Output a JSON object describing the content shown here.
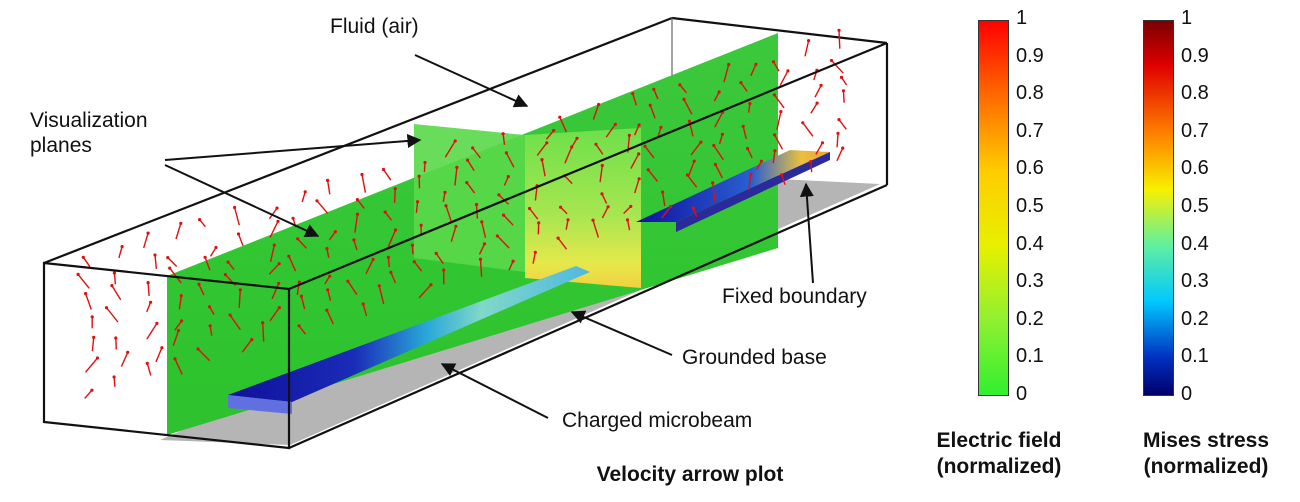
{
  "labels": {
    "fluid": "Fluid (air)",
    "visualization_planes": "Visualization planes",
    "fixed_boundary": "Fixed boundary",
    "grounded_base": "Grounded base",
    "charged_microbeam": "Charged microbeam"
  },
  "plot_title": "Velocity arrow plot",
  "legends": {
    "electric_field": {
      "title_line1": "Electric field",
      "title_line2": "(normalized)",
      "ticks": [
        "1",
        "0.9",
        "0.8",
        "0.7",
        "0.6",
        "0.5",
        "0.4",
        "0.3",
        "0.2",
        "0.1",
        "0"
      ]
    },
    "mises_stress": {
      "title_line1": "Mises stress",
      "title_line2": "(normalized)",
      "ticks": [
        "1",
        "0.9",
        "0.8",
        "0.7",
        "0.6",
        "0.5",
        "0.4",
        "0.3",
        "0.2",
        "0.1",
        "0"
      ]
    }
  },
  "colors": {
    "plane_green": "#2ec82e",
    "arrow_red": "#e01010",
    "base_gray": "#b4b4b4",
    "beam_blue": "#1a1aa0"
  }
}
